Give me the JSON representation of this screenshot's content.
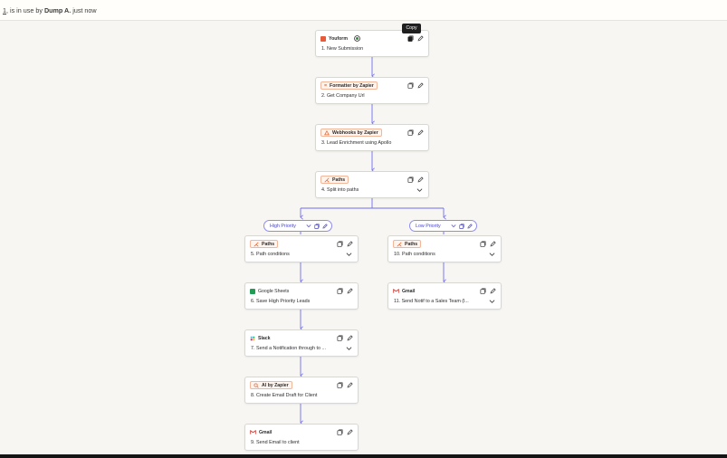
{
  "status_bar": {
    "prefix": "1",
    "text_before": ", is in use by ",
    "user": "Dump A.",
    "time": " just now"
  },
  "tooltip": "Copy",
  "colors": {
    "accent": "#6f6cf0",
    "accent_dark": "#4b47c9",
    "border": "#d9d7d2",
    "chip_bg": "#fff4ee",
    "chip_border": "#f2b79b"
  },
  "steps": [
    {
      "app": "Youform",
      "icon": "youform-icon",
      "title": "1. New Submission",
      "chip": false
    },
    {
      "app": "Formatter by Zapier",
      "icon": "formatter-icon",
      "title": "2. Get Company Url",
      "chip": true
    },
    {
      "app": "Webhooks by Zapier",
      "icon": "webhooks-icon",
      "title": "3. Lead Enrichment using Apollo",
      "chip": true
    },
    {
      "app": "Paths",
      "icon": "paths-icon",
      "title": "4. Split into paths",
      "chip": true
    },
    {
      "app": "Paths",
      "icon": "paths-icon",
      "title": "5. Path conditions",
      "chip": true
    },
    {
      "app": "Google Sheets",
      "icon": "google-sheets-icon",
      "title": "6. Save High Priority Leads",
      "chip": false
    },
    {
      "app": "Slack",
      "icon": "slack-icon",
      "title": "7. Send a Notification through to ...",
      "chip": false
    },
    {
      "app": "AI by Zapier",
      "icon": "ai-icon",
      "title": "8. Create Email Draft for Client",
      "chip": true
    },
    {
      "app": "Gmail",
      "icon": "gmail-icon",
      "title": "9. Send Email to client",
      "chip": false
    },
    {
      "app": "Paths",
      "icon": "paths-icon",
      "title": "10. Path conditions",
      "chip": true
    },
    {
      "app": "Gmail",
      "icon": "gmail-icon",
      "title": "11. Send Notif to a Sales Team (l...",
      "chip": false
    }
  ],
  "paths": [
    {
      "label": "High Priority"
    },
    {
      "label": "Low Priority"
    }
  ]
}
